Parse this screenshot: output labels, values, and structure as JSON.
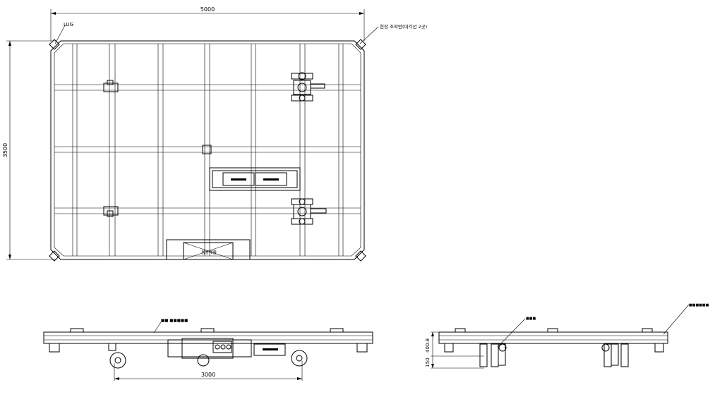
{
  "plan_view": {
    "width_dim": "5000",
    "height_dim": "3500",
    "lug_label": "LUG",
    "corner_note": "현장 조작반(대각선 2곳)",
    "bottom_box_label": "음향배출"
  },
  "side_view": {
    "span_dim": "3000",
    "callout_label": "■■ ■■■■■"
  },
  "end_view": {
    "dim_150": "150",
    "dim_400": "400.8",
    "callout_top": "■■■■■■",
    "callout_mid": "■■■"
  }
}
